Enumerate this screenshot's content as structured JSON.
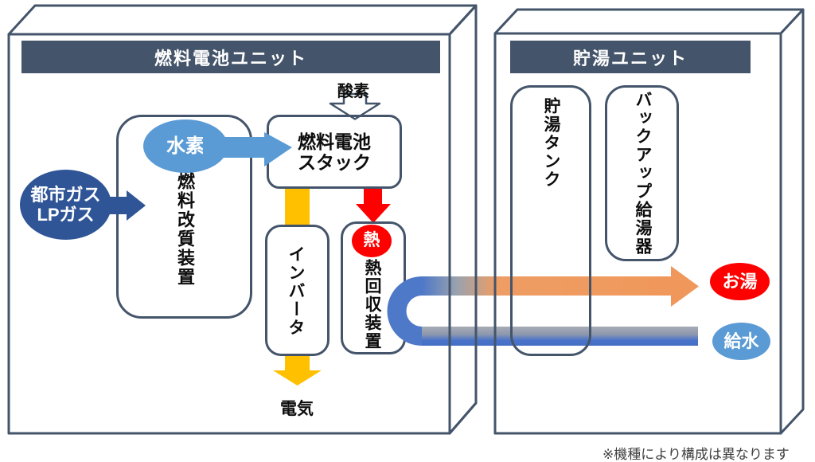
{
  "fuel_cell_unit": {
    "title": "燃料電池ユニット",
    "inputs": {
      "gas_line1": "都市ガス",
      "gas_line2": "LPガス",
      "hydrogen": "水素",
      "oxygen": "酸素"
    },
    "components": {
      "reformer": "燃料改質装置",
      "stack_line1": "燃料電池",
      "stack_line2": "スタック",
      "inverter": "インバータ",
      "heat_recovery": "熱回収装置"
    },
    "outputs": {
      "heat": "熱",
      "electricity": "電気"
    }
  },
  "storage_unit": {
    "title": "貯湯ユニット",
    "components": {
      "tank": "貯湯タンク",
      "backup_heater": "バックアップ給湯器"
    },
    "outputs": {
      "hot_water": "お湯",
      "water_supply": "給水"
    }
  },
  "footnote": "※機種により構成は異なります",
  "colors": {
    "header_bar": "#44546A",
    "box_border": "#44546A",
    "gas_dark_blue": "#2F5597",
    "hydrogen_light_blue": "#5B9BD5",
    "heat_red": "#FF0000",
    "electricity_yellow": "#FFC000",
    "pipe_blue": "#4E78C8",
    "pipe_gray": "#9AA2AE",
    "pipe_orange": "#F0985B"
  }
}
